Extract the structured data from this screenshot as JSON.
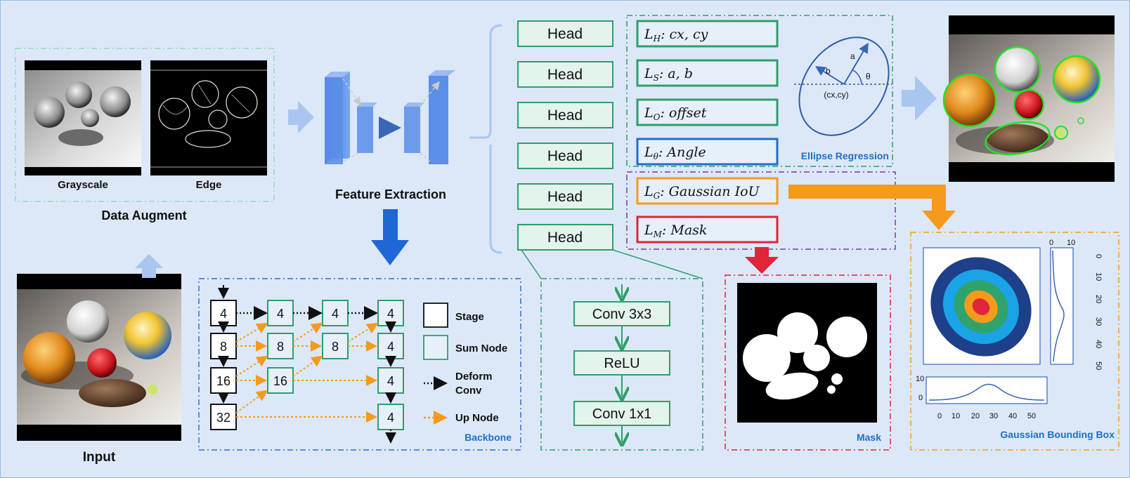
{
  "input": {
    "label": "Input"
  },
  "augment": {
    "title": "Data Augment",
    "grayscale_label": "Grayscale",
    "edge_label": "Edge"
  },
  "feature": {
    "label": "Feature Extraction"
  },
  "heads": [
    "Head",
    "Head",
    "Head",
    "Head",
    "Head",
    "Head"
  ],
  "losses": {
    "lh": {
      "main": "L",
      "sub": "H",
      "text": ": cx, cy"
    },
    "ls": {
      "main": "L",
      "sub": "S",
      "text": ": a, b"
    },
    "lo": {
      "main": "L",
      "sub": "O",
      "text": ": offset"
    },
    "ltheta": {
      "main": "L",
      "sub": "θ",
      "text": ": Angle"
    },
    "lg": {
      "main": "L",
      "sub": "G",
      "text": ": Gaussian IoU"
    },
    "lm": {
      "main": "L",
      "sub": "M",
      "text": ": Mask"
    }
  },
  "ellipse": {
    "title": "Ellipse Regression",
    "a": "a",
    "b": "b",
    "theta": "θ",
    "center": "(cx,cy)"
  },
  "backbone": {
    "title": "Backbone",
    "stages": [
      "4",
      "8",
      "16",
      "32"
    ],
    "col2": [
      "4",
      "8",
      "16"
    ],
    "col3": [
      "4",
      "8"
    ],
    "col4": [
      "4",
      "4",
      "4",
      "4"
    ],
    "legend": {
      "stage": "Stage",
      "sum": "Sum Node",
      "deform1": "Deform",
      "deform2": "Conv",
      "up": "Up Node"
    }
  },
  "headdetail": {
    "conv3": "Conv 3x3",
    "relu": "ReLU",
    "conv1": "Conv 1x1"
  },
  "mask": {
    "title": "Mask"
  },
  "gaussian": {
    "title": "Gaussian Bounding Box",
    "xticks": [
      "0",
      "10",
      "20",
      "30",
      "40",
      "50"
    ],
    "yticks": [
      "0",
      "10",
      "20",
      "30",
      "40",
      "50"
    ],
    "top_ticks": [
      "0",
      "10"
    ],
    "side_ticks": [
      "10",
      "0"
    ]
  },
  "colors": {
    "background": "#dce8f8",
    "green": "#2f9e6a",
    "blue": "#2c6fd1",
    "orange": "#f59a1b",
    "red": "#e0243a",
    "purple": "#7a3a9a",
    "head_fill": "#e3f4ec"
  }
}
